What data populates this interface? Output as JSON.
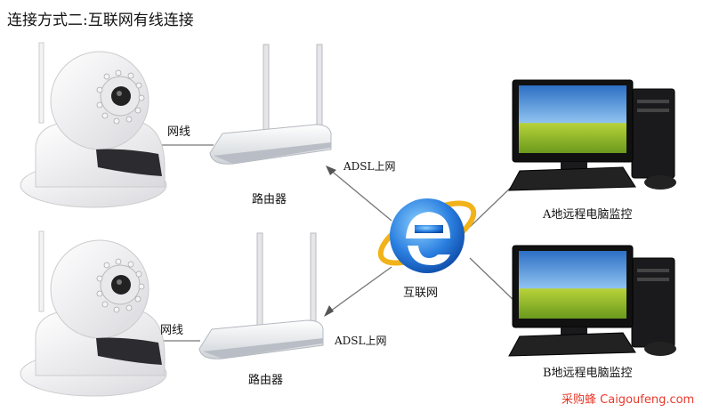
{
  "title": "连接方式二:互联网有线连接",
  "labels": {
    "cable_1": "网线",
    "cable_2": "网线",
    "router_1": "路由器",
    "router_2": "路由器",
    "adsl_1": "ADSL上网",
    "adsl_2": "ADSL上网",
    "internet": "互联网",
    "monitor_a": "A地远程电脑监控",
    "monitor_b": "B地远程电脑监控"
  },
  "watermark": {
    "cn": "采购蜂",
    "en": "Caigoufeng.com"
  },
  "colors": {
    "watermark_red": "#e8392b",
    "screen_sky": "#3a7fd0",
    "screen_grass": "#8bbf2a",
    "ie_blue": "#1f6fd0",
    "ie_ring": "#f2b21a",
    "line_gray": "#777777"
  }
}
